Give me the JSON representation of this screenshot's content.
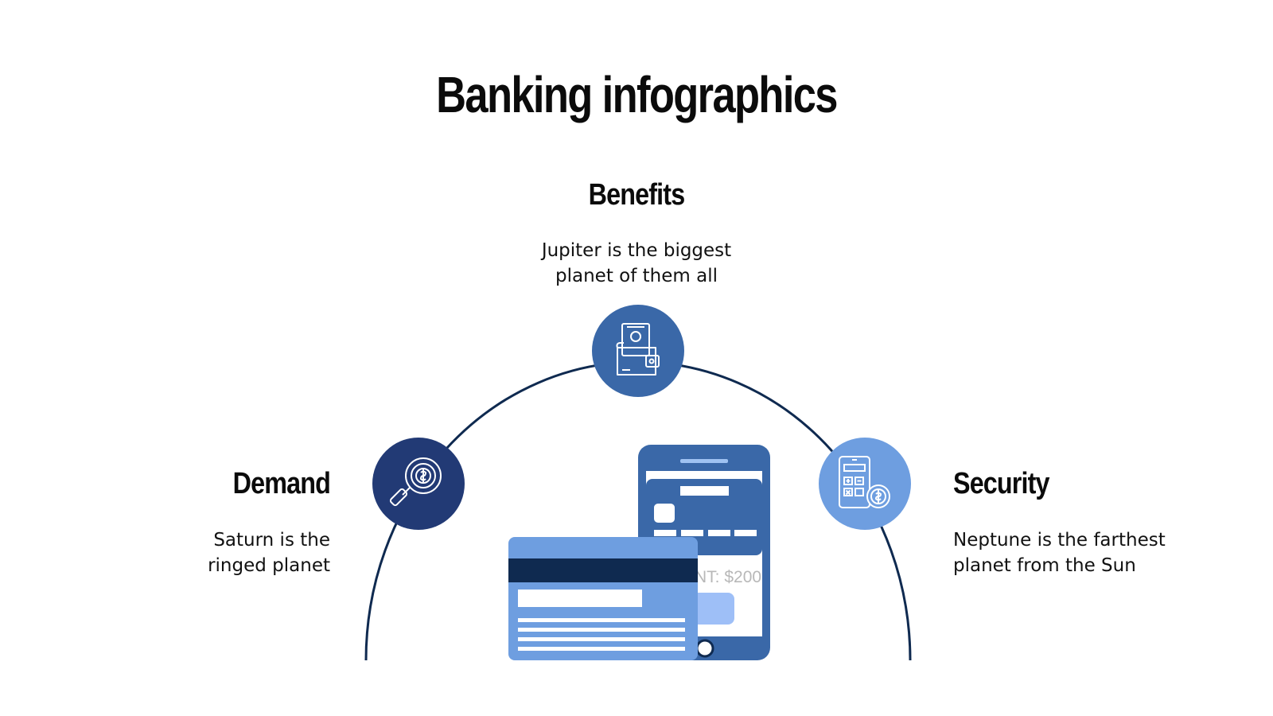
{
  "title": "Banking infographics",
  "items": {
    "benefits": {
      "heading": "Benefits",
      "description": "Jupiter is the biggest planet of them all",
      "icon": "wallet-icon"
    },
    "demand": {
      "heading": "Demand",
      "description": "Saturn is the ringed planet",
      "icon": "magnifier-dollar-icon"
    },
    "security": {
      "heading": "Security",
      "description": "Neptune is the farthest planet from the Sun",
      "icon": "calculator-phone-icon"
    }
  },
  "illustration": {
    "phone_amount_text": "NT: $200"
  },
  "colors": {
    "dark_navy": "#223a75",
    "mid_blue": "#3a68a8",
    "light_blue": "#6e9ee0",
    "stripe": "#0f2a50",
    "arc": "#0f2a50"
  }
}
